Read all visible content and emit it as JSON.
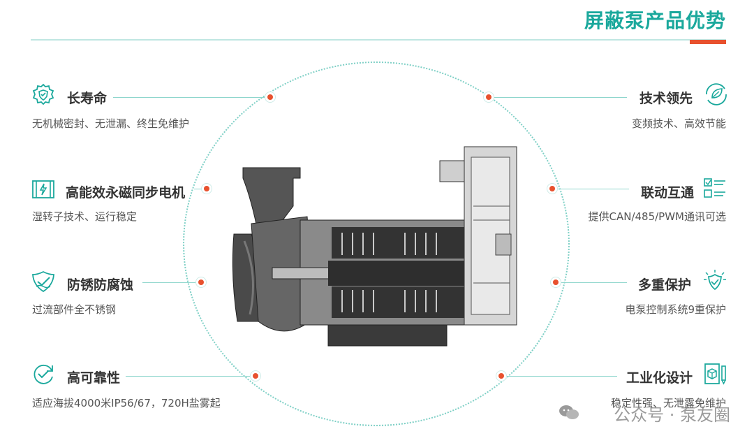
{
  "header": {
    "title": "屏蔽泵产品优势"
  },
  "features_left": [
    {
      "title": "长寿命",
      "desc": "无机械密封、无泄漏、终生免维护",
      "icon": "gear-shield-icon"
    },
    {
      "title": "高能效永磁同步电机",
      "desc": "湿转子技术、运行稳定",
      "icon": "battery-bolt-icon"
    },
    {
      "title": "防锈防腐蚀",
      "desc": "过流部件全不锈钢",
      "icon": "shield-check-icon"
    },
    {
      "title": "高可靠性",
      "desc": "适应海拔4000米IP56/67，720H盐雾起",
      "icon": "refresh-check-icon"
    }
  ],
  "features_right": [
    {
      "title": "技术领先",
      "desc": "变频技术、高效节能",
      "icon": "leaf-cycle-icon"
    },
    {
      "title": "联动互通",
      "desc": "提供CAN/485/PWM通讯可选",
      "icon": "checklist-icon"
    },
    {
      "title": "多重保护",
      "desc": "电泵控制系统9重保护",
      "icon": "shield-sparkle-icon"
    },
    {
      "title": "工业化设计",
      "desc": "稳定性强、无泄露免维护",
      "icon": "cube-pen-icon"
    }
  ],
  "watermark": {
    "text": "公众号 · 泵友圈"
  },
  "colors": {
    "accent": "#1aa89c",
    "dot": "#e8512e",
    "line": "#8fd6cd"
  }
}
